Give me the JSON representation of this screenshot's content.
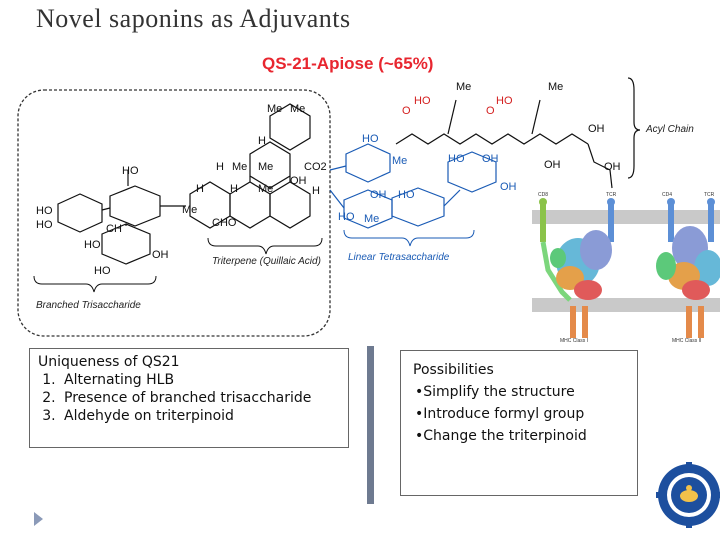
{
  "slide": {
    "title": "Novel saponins as Adjuvants"
  },
  "figure": {
    "compound_title": "QS-21-Apiose (~65%)",
    "labels": {
      "acyl_chain": "Acyl Chain",
      "triterpene": "Triterpene (Quillaic Acid)",
      "linear_tetrasaccharide": "Linear Tetrasaccharide",
      "branched_trisaccharide": "Branched Trisaccharide",
      "me": "Me",
      "ho": "HO",
      "oh": "OH",
      "h": "H",
      "cho": "CHO",
      "co2": "CO2",
      "o": "O",
      "hmd": "H",
      "ch": "CH"
    },
    "protein_labels": {
      "cd8": "CD8",
      "tcr": "TCR",
      "cd4": "CD4",
      "tcr2": "TCR",
      "mhc1": "MHC Class I",
      "mhc2": "MHC Class II"
    }
  },
  "left_box": {
    "heading": "Uniqueness of QS21",
    "items": [
      "Alternating HLB",
      "Presence of branched trisaccharide",
      "Aldehyde on triterpinoid"
    ]
  },
  "right_box": {
    "heading": "Possibilities",
    "items": [
      "•Simplify the structure",
      "•Introduce formyl group",
      "•Change the triterpinoid"
    ]
  },
  "colors": {
    "accent_red": "#e8262f",
    "chem_blue": "#1a5bb5",
    "divider": "#6e7a90"
  }
}
